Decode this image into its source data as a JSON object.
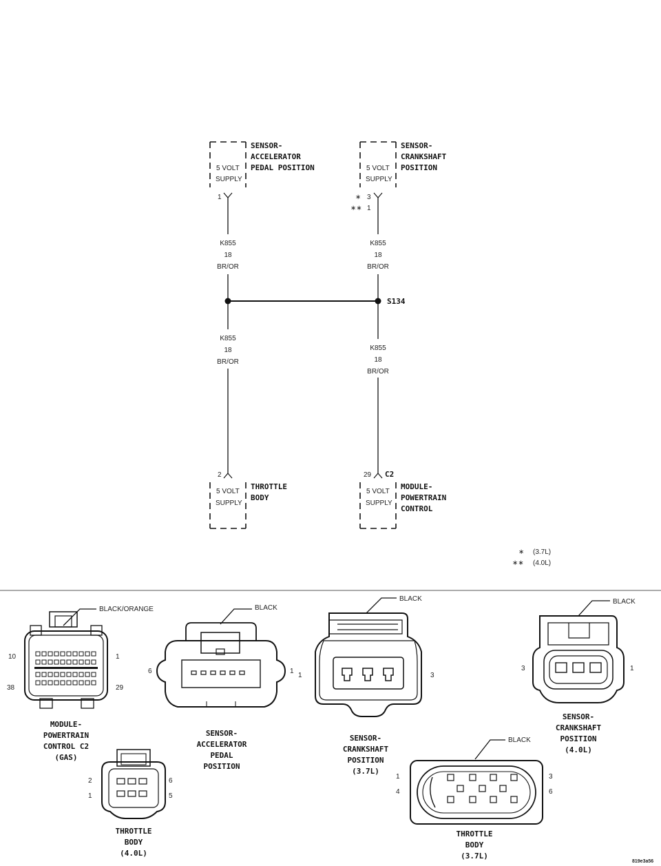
{
  "schematic": {
    "sensor_app": {
      "title_lines": [
        "SENSOR-",
        "ACCELERATOR",
        "PEDAL POSITION"
      ],
      "supply_lines": [
        "5 VOLT",
        "SUPPLY"
      ],
      "pin": "1"
    },
    "sensor_ckp": {
      "title_lines": [
        "SENSOR-",
        "CRANKSHAFT",
        "POSITION"
      ],
      "supply_lines": [
        "5 VOLT",
        "SUPPLY"
      ],
      "pin_a_mark": "∗",
      "pin_a": "3",
      "pin_b_mark": "∗∗",
      "pin_b": "1"
    },
    "throttle_body": {
      "title_lines": [
        "THROTTLE",
        "BODY"
      ],
      "supply_lines": [
        "5 VOLT",
        "SUPPLY"
      ],
      "pin": "2"
    },
    "pcm": {
      "title_lines": [
        "MODULE-",
        "POWERTRAIN",
        "CONTROL"
      ],
      "supply_lines": [
        "5 VOLT",
        "SUPPLY"
      ],
      "pin": "29",
      "connector": "C2"
    },
    "wire_labels": {
      "left_upper": [
        "K855",
        "18",
        "BR/OR"
      ],
      "right_upper": [
        "K855",
        "18",
        "BR/OR"
      ],
      "left_lower": [
        "K855",
        "18",
        "BR/OR"
      ],
      "right_lower": [
        "K855",
        "18",
        "BR/OR"
      ]
    },
    "splice": "S134"
  },
  "legend": [
    {
      "mark": "∗",
      "text": "(3.7L)"
    },
    {
      "mark": "∗∗",
      "text": "(4.0L)"
    }
  ],
  "connectors": {
    "pcm_c2": {
      "color": "BLACK/ORANGE",
      "pins": [
        "10",
        "1",
        "38",
        "29"
      ],
      "title_lines": [
        "MODULE-",
        "POWERTRAIN",
        "CONTROL C2",
        "(GAS)"
      ]
    },
    "app": {
      "color": "BLACK",
      "pins": [
        "6",
        "1"
      ],
      "title_lines": [
        "SENSOR-",
        "ACCELERATOR",
        "PEDAL",
        "POSITION"
      ]
    },
    "ckp_37": {
      "color": "BLACK",
      "pins": [
        "1",
        "3"
      ],
      "title_lines": [
        "SENSOR-",
        "CRANKSHAFT",
        "POSITION",
        "(3.7L)"
      ]
    },
    "ckp_40": {
      "color": "BLACK",
      "pins": [
        "3",
        "1"
      ],
      "title_lines": [
        "SENSOR-",
        "CRANKSHAFT",
        "POSITION",
        "(4.0L)"
      ]
    },
    "tb_40": {
      "pins": [
        "2",
        "1",
        "6",
        "5"
      ],
      "title_lines": [
        "THROTTLE",
        "BODY",
        "(4.0L)"
      ]
    },
    "tb_37": {
      "color": "BLACK",
      "pins": [
        "1",
        "4",
        "3",
        "6"
      ],
      "title_lines": [
        "THROTTLE",
        "BODY",
        "(3.7L)"
      ]
    }
  },
  "figure_id": "819e3a56"
}
